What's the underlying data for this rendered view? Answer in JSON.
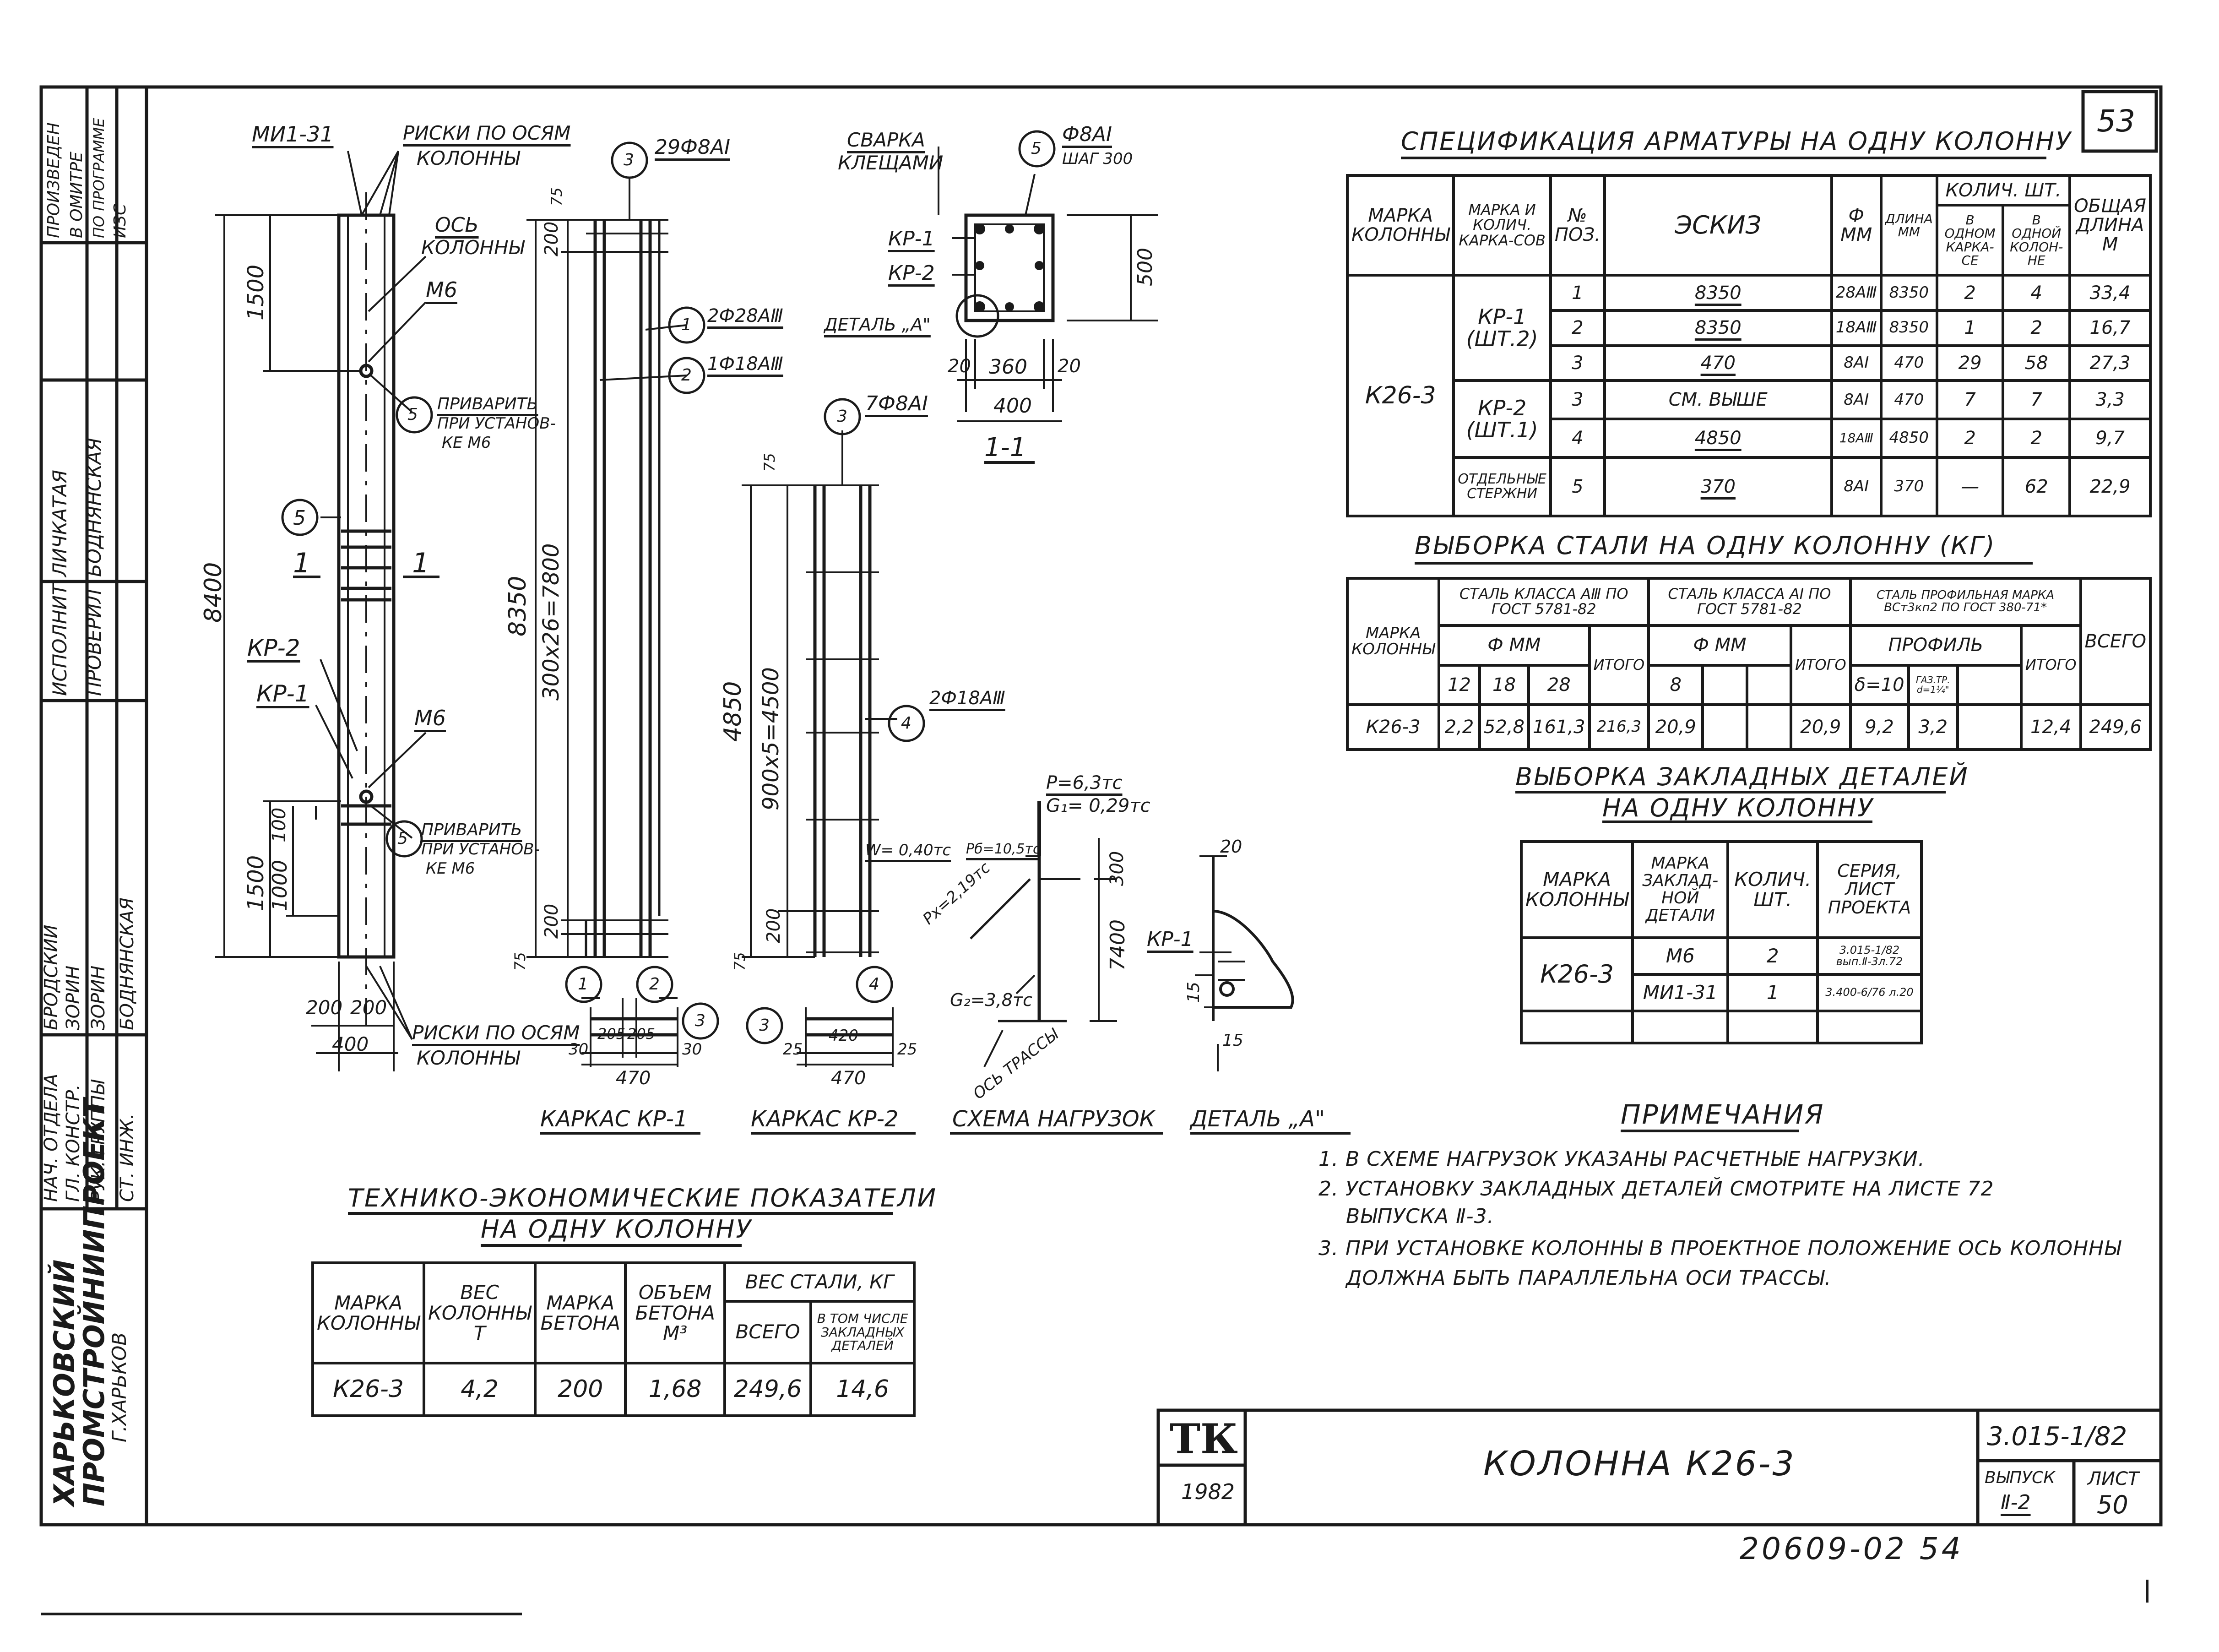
{
  "page_number": "53",
  "bottom_code": "20609-02 54",
  "left_strip": {
    "org_line1": "ХАРЬКОВСКИЙ",
    "org_line2": "ПРОМСТРОЙНИИПРОЕКТ",
    "org_city": "Г.ХАРЬКОВ",
    "roles": [
      "НАЧ. ОТДЕЛА",
      "ГЛ. КОНСТР.",
      "РУК. ГРУППЫ",
      "СТ. ИНЖ."
    ],
    "names": [
      "БРОДСКИЙ",
      "ЗОРИН",
      "ЗОРИН",
      "БОДНЯНСКАЯ"
    ],
    "top_labels": [
      "ИСПОЛНИТ.",
      "ПРОВЕРИЛ"
    ],
    "top_names": [
      "ЛИЧКАТАЯ",
      "БОДНЯНСКАЯ"
    ],
    "produced": [
      "ПРОИЗВЕДЕН",
      "В ОМИТРЕ",
      "ПО ПРОГРАММЕ",
      "ИЗС"
    ]
  },
  "drawing": {
    "column_labels": {
      "mi": "МИ1-31",
      "riski_top": "РИСКИ ПО ОСЯМ",
      "riski_top2": "КОЛОННЫ",
      "os": "ОСЬ",
      "os2": "КОЛОННЫ",
      "m6_top": "М6",
      "m6_bottom": "М6",
      "privarit_top": [
        "ПРИВАРИТЬ",
        "ПРИ УСТАНОВ-",
        "КЕ М6"
      ],
      "privarit_bottom": [
        "ПРИВАРИТЬ",
        "ПРИ УСТАНОВ-",
        "КЕ М6"
      ],
      "riski_bottom": "РИСКИ ПО ОСЯМ",
      "riski_bottom2": "КОЛОННЫ",
      "kr2": "КР-2",
      "kr1": "КР-1",
      "section_mark": "1",
      "dim_8400": "8400",
      "dim_1500_top": "1500",
      "dim_1500_bottom": "1500",
      "dim_1000": "1000",
      "dim_100": "100",
      "dim_200a": "200",
      "dim_200b": "200",
      "dim_400": "400",
      "pos5": "5"
    },
    "kr1_labels": {
      "pos3": "3",
      "pos3_text": "29Ф8АI",
      "pos1": "1",
      "pos1_text": "2Ф28АⅢ",
      "pos2": "2",
      "pos2_text": "1Ф18АⅢ",
      "dim_75": "75",
      "dim_200": "200",
      "dim_8350": "8350",
      "dim_300": "300х26=7800",
      "dim_200b": "200",
      "dim_75b": "75",
      "sec_dims": [
        "30",
        "205",
        "205",
        "30"
      ],
      "sec_470": "470",
      "title": "КАРКАС КР-1"
    },
    "kr2_labels": {
      "pos3": "3",
      "pos3_text": "7Ф8АI",
      "pos4": "4",
      "pos4_text": "2Ф18АⅢ",
      "dim_75": "75",
      "dim_4850": "4850",
      "dim_900": "900х5=4500",
      "dim_200": "200",
      "dim_75b": "75",
      "sec_dims": [
        "25",
        "420",
        "25"
      ],
      "sec_470": "470",
      "title": "КАРКАС КР-2"
    },
    "section_labels": {
      "svarka": "СВАРКА",
      "svarka2": "КЛЕЩАМИ",
      "pos5": "5",
      "pos5_text": "Ф8АI",
      "shag": "ШАГ 300",
      "kr1": "КР-1",
      "kr2": "КР-2",
      "detail": "ДЕТАЛЬ „А\"",
      "dim_500": "500",
      "dims": [
        "20",
        "360",
        "20"
      ],
      "dim_400": "400",
      "title": "1-1"
    },
    "loads": {
      "p": "P=6,3тс",
      "g1": "G₁= 0,29тс",
      "w": "W= 0,40тс",
      "pb": "Pб=10,5тс",
      "px": "Pх=2,19тс",
      "g2": "G₂=3,8тс",
      "dim_300": "300",
      "dim_7400": "7400",
      "os_trassy": "ОСЬ ТРАССЫ",
      "title": "СХЕМА НАГРУЗОК"
    },
    "detail_a": {
      "kr1": "КР-1",
      "dim_20": "20",
      "dim_15a": "15",
      "dim_15b": "15",
      "title": "ДЕТАЛЬ „А\""
    }
  },
  "spec": {
    "title": "СПЕЦИФИКАЦИЯ АРМАТУРЫ НА ОДНУ КОЛОННУ",
    "headers": {
      "marka": "МАРКА КОЛОННЫ",
      "marka_karkas": "МАРКА И КОЛИЧ. КАРКА-СОВ",
      "pos": "№ ПОЗ.",
      "eskiz": "ЭСКИЗ",
      "phi": "Ф ММ",
      "dlina": "ДЛИНА ММ",
      "kolich": "КОЛИЧ. ШТ.",
      "v_karkase": "В ОДНОМ КАРКА-СЕ",
      "v_kolonne": "В ОДНОЙ КОЛОН-НЕ",
      "obshaya": "ОБЩАЯ ДЛИНА М"
    },
    "column_mark": "К26-3",
    "groups": [
      {
        "karkas": "КР-1 (ШТ.2)",
        "rows": [
          {
            "pos": "1",
            "sketch": "8350",
            "d": "28АⅢ",
            "len": "8350",
            "n1": "2",
            "n2": "4",
            "total": "33,4"
          },
          {
            "pos": "2",
            "sketch": "8350",
            "d": "18АⅢ",
            "len": "8350",
            "n1": "1",
            "n2": "2",
            "total": "16,7"
          },
          {
            "pos": "3",
            "sketch": "470",
            "d": "8АI",
            "len": "470",
            "n1": "29",
            "n2": "58",
            "total": "27,3"
          }
        ]
      },
      {
        "karkas": "КР-2 (ШТ.1)",
        "rows": [
          {
            "pos": "3",
            "sketch": "СМ. ВЫШЕ",
            "d": "8АI",
            "len": "470",
            "n1": "7",
            "n2": "7",
            "total": "3,3"
          },
          {
            "pos": "4",
            "sketch": "4850",
            "d": "18АⅢ",
            "len": "4850",
            "n1": "2",
            "n2": "2",
            "total": "9,7"
          }
        ]
      },
      {
        "karkas": "ОТДЕЛЬНЫЕ СТЕРЖНИ",
        "rows": [
          {
            "pos": "5",
            "sketch": "370",
            "d": "8АI",
            "len": "370",
            "n1": "—",
            "n2": "62",
            "total": "22,9"
          }
        ]
      }
    ]
  },
  "steel": {
    "title": "ВЫБОРКА СТАЛИ НА ОДНУ КОЛОННУ (КГ)",
    "h_marka": "МАРКА КОЛОННЫ",
    "h_a3": "СТАЛЬ КЛАССА АⅢ ПО ГОСТ 5781-82",
    "h_a1": "СТАЛЬ КЛАССА АI ПО ГОСТ 5781-82",
    "h_prof": "СТАЛЬ ПРОФИЛЬНАЯ МАРКА ВСт3кп2 ПО ГОСТ 380-71*",
    "h_phi": "Ф ММ",
    "h_phi2": "Ф ММ",
    "h_profil": "ПРОФИЛЬ",
    "sub_a3": [
      "12",
      "18",
      "28",
      "ИТОГО"
    ],
    "sub_a1": [
      "8",
      "",
      "",
      "ИТОГО"
    ],
    "sub_prof": [
      "δ=10",
      "ГАЗ.ТР. d=1¼\"",
      "",
      "ИТОГО"
    ],
    "h_total": "ВСЕГО",
    "row": {
      "mark": "К26-3",
      "a3": [
        "2,2",
        "52,8",
        "161,3",
        "216,3"
      ],
      "a1": [
        "20,9",
        "",
        "",
        "20,9"
      ],
      "prof": [
        "9,2",
        "3,2",
        "",
        "12,4"
      ],
      "total": "249,6"
    }
  },
  "embedded": {
    "title1": "ВЫБОРКА ЗАКЛАДНЫХ ДЕТАЛЕЙ",
    "title2": "НА ОДНУ КОЛОННУ",
    "headers": [
      "МАРКА КОЛОННЫ",
      "МАРКА ЗАКЛАД-НОЙ ДЕТАЛИ",
      "КОЛИЧ. ШТ.",
      "СЕРИЯ, ЛИСТ ПРОЕКТА"
    ],
    "mark": "К26-3",
    "rows": [
      {
        "detail": "М6",
        "qty": "2",
        "series": "3.015-1/82 вып.Ⅱ-3л.72"
      },
      {
        "detail": "МИ1-31",
        "qty": "1",
        "series": "3.400-6/76 л.20"
      }
    ]
  },
  "notes": {
    "title": "ПРИМЕЧАНИЯ",
    "items": [
      "1. В СХЕМЕ НАГРУЗОК УКАЗАНЫ РАСЧЕТНЫЕ НАГРУЗКИ.",
      "2. УСТАНОВКУ ЗАКЛАДНЫХ ДЕТАЛЕЙ СМОТРИТЕ НА ЛИСТЕ 72",
      "ВЫПУСКА Ⅱ-3.",
      "3. ПРИ УСТАНОВКЕ КОЛОННЫ В ПРОЕКТНОЕ ПОЛОЖЕНИЕ ОСЬ КОЛОННЫ",
      "ДОЛЖНА БЫТЬ ПАРАЛЛЕЛЬНА ОСИ ТРАССЫ."
    ]
  },
  "tep": {
    "title1": "ТЕХНИКО-ЭКОНОМИЧЕСКИЕ ПОКАЗАТЕЛИ",
    "title2": "НА ОДНУ КОЛОННУ",
    "headers": [
      "МАРКА КОЛОННЫ",
      "ВЕС КОЛОННЫ Т",
      "МАРКА БЕТОНА",
      "ОБЪЕМ БЕТОНА М³",
      "ВЕС СТАЛИ, КГ",
      "ВСЕГО",
      "В ТОМ ЧИСЛЕ ЗАКЛАДНЫХ ДЕТАЛЕЙ"
    ],
    "row": [
      "К26-3",
      "4,2",
      "200",
      "1,68",
      "249,6",
      "14,6"
    ]
  },
  "title_block": {
    "logo": "ТК",
    "year": "1982",
    "name": "КОЛОННА К26-3",
    "series": "3.015-1/82",
    "issue_label": "ВЫПУСК",
    "issue": "Ⅱ-2",
    "sheet_label": "ЛИСТ",
    "sheet": "50"
  }
}
